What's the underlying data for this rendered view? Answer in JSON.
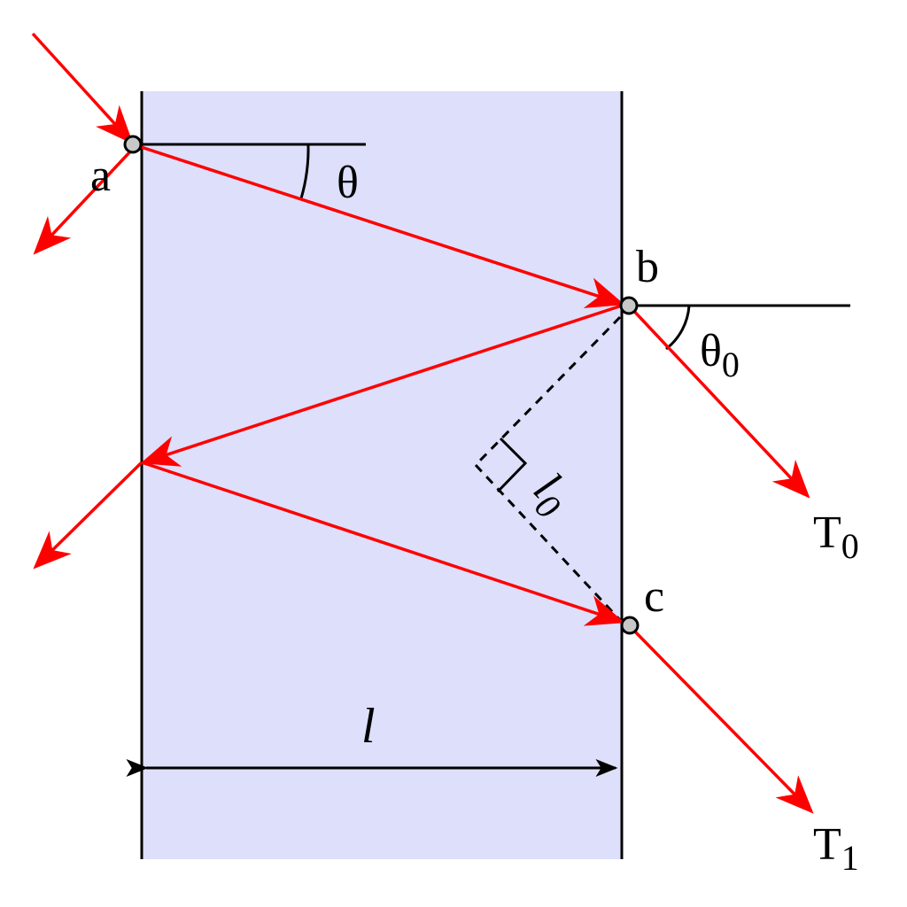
{
  "colors": {
    "slab_fill": "#DDDFFB",
    "ray": "#FF0000",
    "line": "#000000",
    "point_fill": "#C8C8C8"
  },
  "labels": {
    "point_a": "a",
    "point_b": "b",
    "point_c": "c",
    "angle_inside": "θ",
    "angle_outside": "θ",
    "angle_outside_sub": "0",
    "transmitted_0": "T",
    "transmitted_0_sub": "0",
    "transmitted_1": "T",
    "transmitted_1_sub": "1",
    "path_diff": "l",
    "path_diff_sub": "0",
    "thickness": "l"
  }
}
